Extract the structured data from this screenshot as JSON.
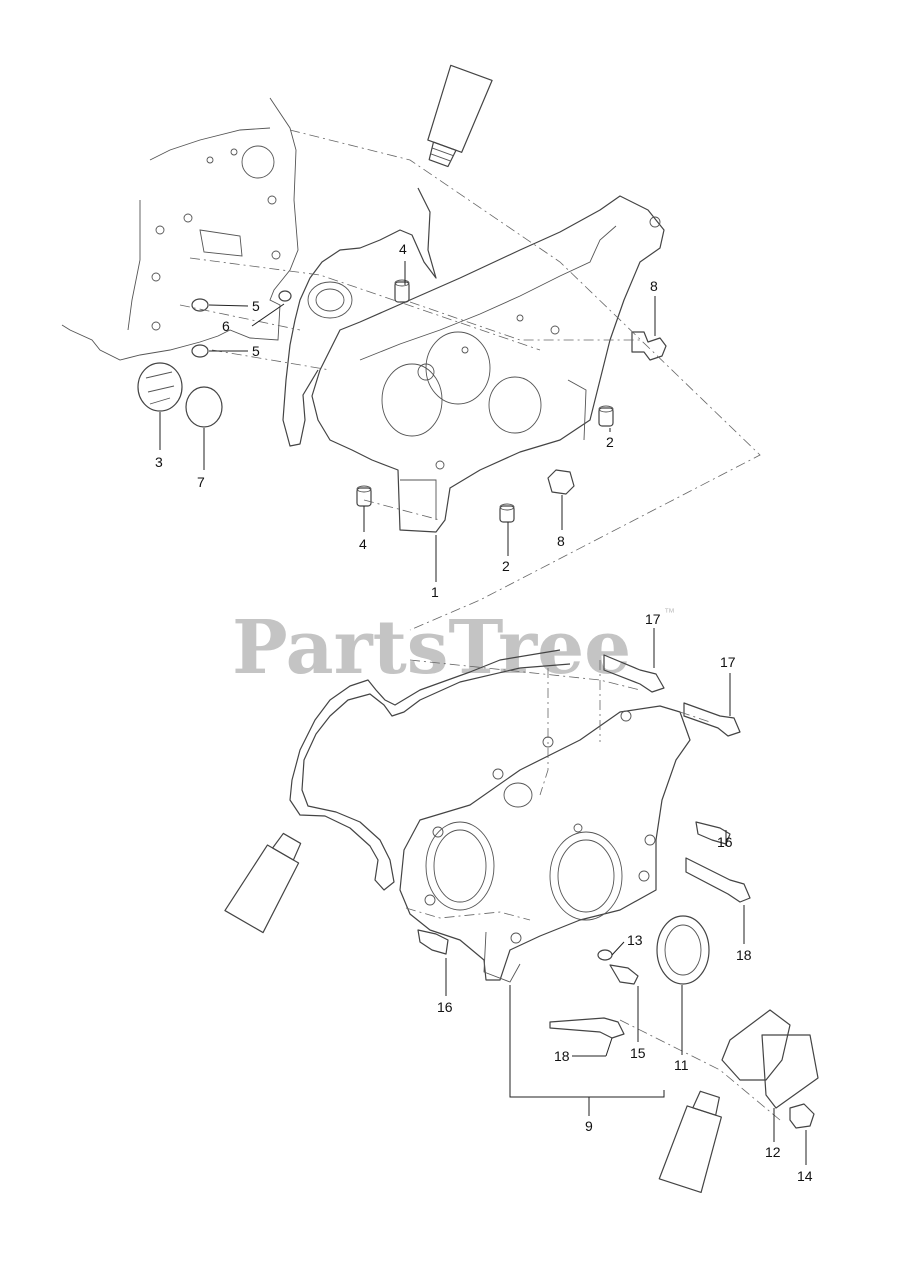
{
  "watermark": {
    "text": "PartsTree",
    "trademark": "™"
  },
  "callouts": [
    {
      "id": "c4a",
      "label": "4"
    },
    {
      "id": "c8a",
      "label": "8"
    },
    {
      "id": "c5a",
      "label": "5"
    },
    {
      "id": "c6",
      "label": "6"
    },
    {
      "id": "c5b",
      "label": "5"
    },
    {
      "id": "c2a",
      "label": "2"
    },
    {
      "id": "c3",
      "label": "3"
    },
    {
      "id": "c7",
      "label": "7"
    },
    {
      "id": "c4b",
      "label": "4"
    },
    {
      "id": "c8b",
      "label": "8"
    },
    {
      "id": "c2b",
      "label": "2"
    },
    {
      "id": "c1",
      "label": "1"
    },
    {
      "id": "c17a",
      "label": "17"
    },
    {
      "id": "c17b",
      "label": "17"
    },
    {
      "id": "c16a",
      "label": "16"
    },
    {
      "id": "c18a",
      "label": "18"
    },
    {
      "id": "c13",
      "label": "13"
    },
    {
      "id": "c16b",
      "label": "16"
    },
    {
      "id": "c15",
      "label": "15"
    },
    {
      "id": "c11",
      "label": "11"
    },
    {
      "id": "c18b",
      "label": "18"
    },
    {
      "id": "c9",
      "label": "9"
    },
    {
      "id": "c12",
      "label": "12"
    },
    {
      "id": "c14",
      "label": "14"
    }
  ]
}
